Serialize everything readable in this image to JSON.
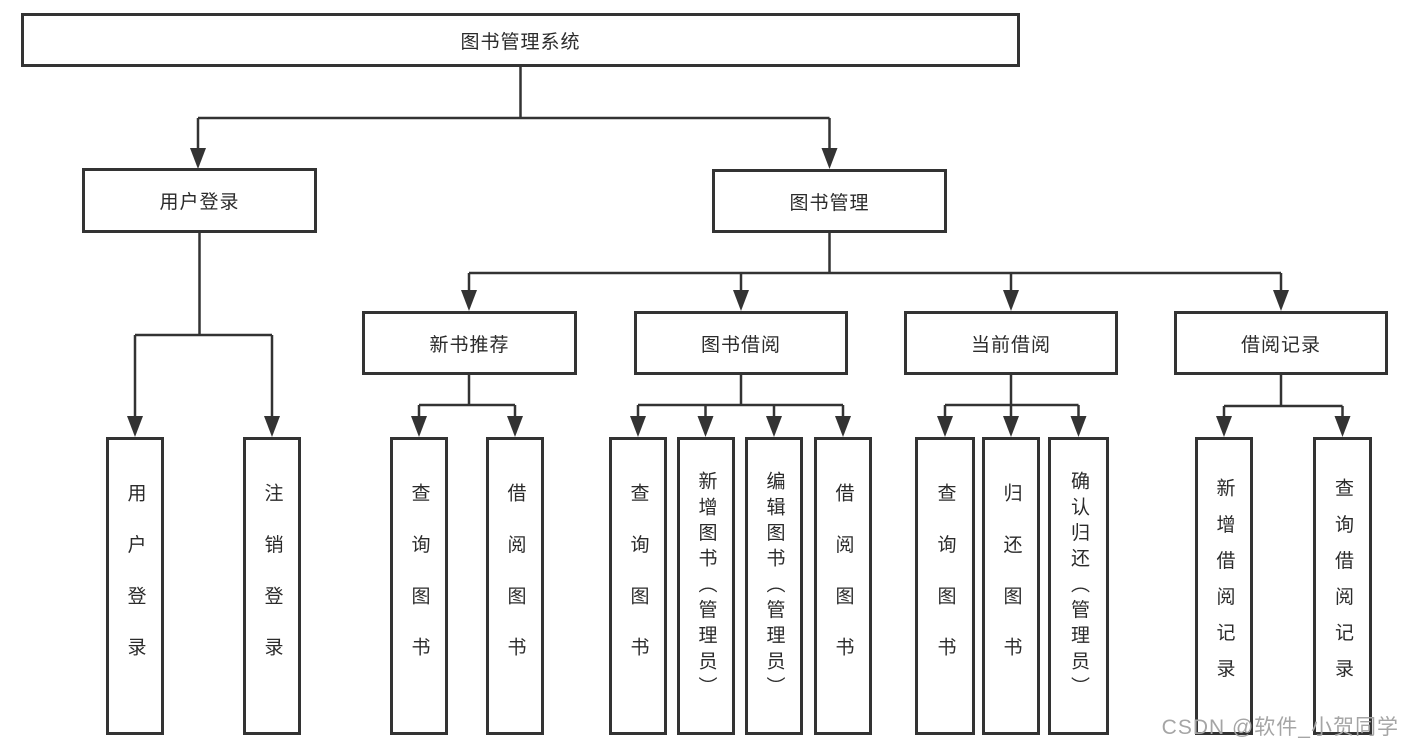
{
  "diagram": {
    "line_color": "#333333",
    "text_color": "#2b2b2b",
    "background_color": "#ffffff",
    "watermark": "CSDN @软件_小贺同学",
    "watermark_color": "#a5a5a5",
    "root": {
      "label": "图书管理系统"
    },
    "level2": {
      "user_login": {
        "label": "用户登录"
      },
      "book_management": {
        "label": "图书管理"
      }
    },
    "level3": {
      "new_book_recommend": {
        "label": "新书推荐"
      },
      "book_borrow": {
        "label": "图书借阅"
      },
      "current_borrow": {
        "label": "当前借阅"
      },
      "borrow_records": {
        "label": "借阅记录"
      }
    },
    "leaves": {
      "user_login_children": [
        "用户登录",
        "注销登录"
      ],
      "new_book_recommend_children": [
        "查询图书",
        "借阅图书"
      ],
      "book_borrow_children": [
        "查询图书",
        "新增图书（管理员）",
        "编辑图书（管理员）",
        "借阅图书"
      ],
      "current_borrow_children": [
        "查询图书",
        "归还图书",
        "确认归还（管理员）"
      ],
      "borrow_records_children": [
        "新增借阅记录",
        "查询借阅记录"
      ]
    }
  }
}
